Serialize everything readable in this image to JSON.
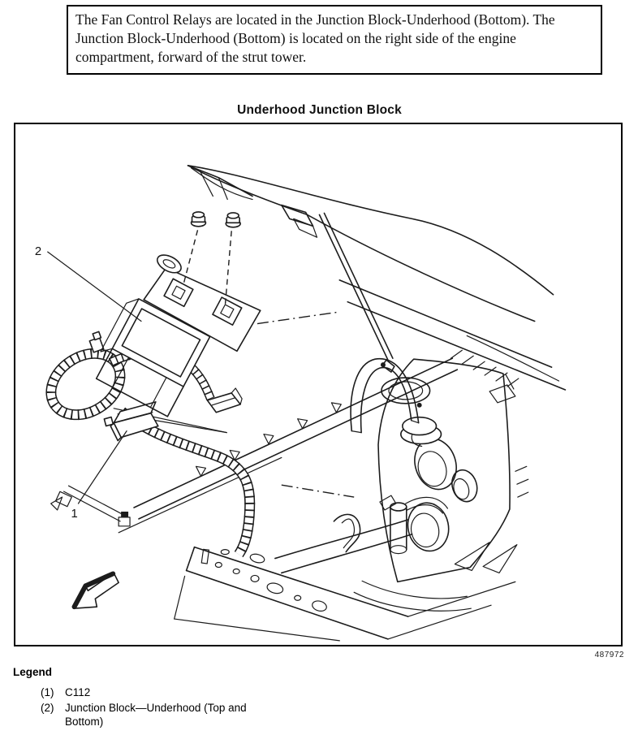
{
  "note": {
    "text": "The Fan Control Relays are located in the Junction Block-Underhood (Bottom). The Junction Block-Underhood (Bottom) is located on the right side of the engine compartment, forward of the strut tower."
  },
  "figure": {
    "title": "Underhood Junction Block",
    "number": "487972",
    "callouts": [
      {
        "label": "1"
      },
      {
        "label": "2"
      }
    ]
  },
  "legend": {
    "heading": "Legend",
    "items": [
      {
        "index": "(1)",
        "label": "C112"
      },
      {
        "index": "(2)",
        "label": "Junction Block—Underhood (Top and Bottom)"
      }
    ]
  },
  "colors": {
    "ink": "#1c1c1c",
    "paper": "#ffffff"
  }
}
